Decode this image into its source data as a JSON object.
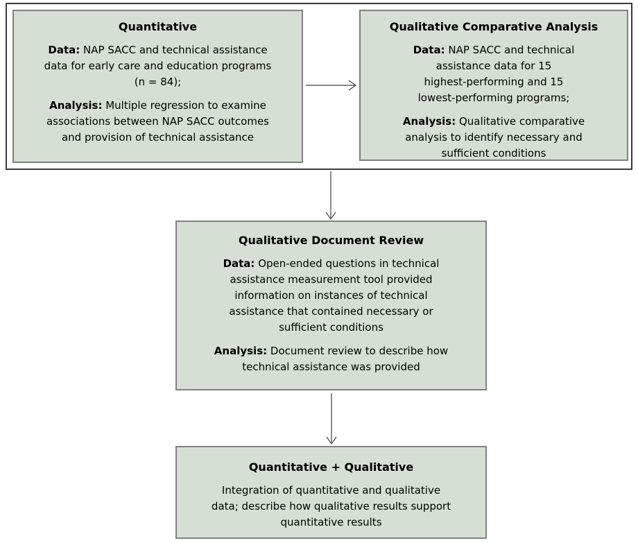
{
  "diagram": {
    "colors": {
      "box_fill": "#d5dfd3",
      "box_border": "#808080",
      "outer_border": "#3a3a3a",
      "arrow": "#404040",
      "text": "#000000",
      "background": "#ffffff"
    },
    "boxes": {
      "quantitative": {
        "title": "Quantitative",
        "data_label": "Data:",
        "data_text": " NAP SACC and technical assistance\ndata for early care and education programs\n(n = 84);",
        "analysis_label": "Analysis:",
        "analysis_text": " Multiple regression to examine\nassociations between NAP SACC outcomes\nand provision of technical assistance"
      },
      "qca": {
        "title": "Qualitative Comparative Analysis",
        "data_label": "Data:",
        "data_text": " NAP SACC and technical\nassistance data for 15\nhighest-performing and 15\nlowest-performing programs;",
        "analysis_label": "Analysis:",
        "analysis_text": " Qualitative comparative\nanalysis to identify necessary and\nsufficient conditions"
      },
      "document_review": {
        "title": "Qualitative Document Review",
        "data_label": "Data:",
        "data_text": " Open-ended questions in technical\nassistance measurement tool provided\ninformation on instances of technical\nassistance that contained necessary or\nsufficient conditions",
        "analysis_label": "Analysis:",
        "analysis_text": " Document review to describe how\ntechnical assistance was provided"
      },
      "integration": {
        "title": "Quantitative + Qualitative",
        "body": "Integration of quantitative and qualitative\ndata; describe how qualitative results support\nquantitative results"
      }
    }
  }
}
